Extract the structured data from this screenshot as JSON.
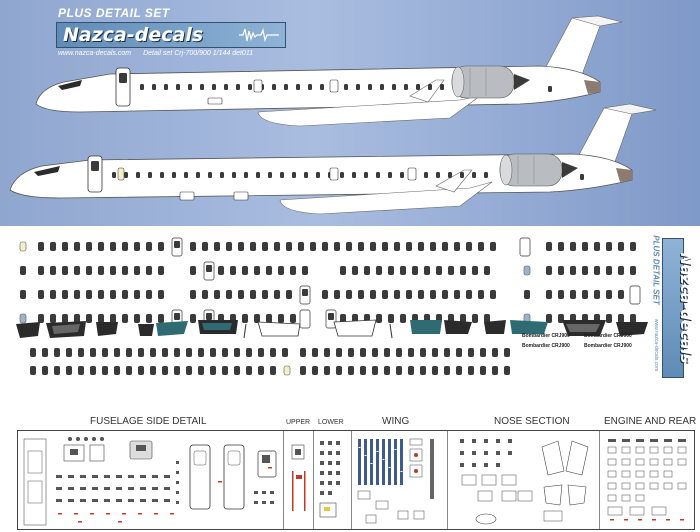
{
  "header": {
    "set_title": "PLUS DETAIL SET",
    "brand": "Nazca-decals",
    "website": "www.nazca-decals.com",
    "detail_set": "Detail set  Crj-700/900 1/144 det011"
  },
  "side_logo": {
    "set_title": "PLUS DETAIL SET",
    "brand": "Nazca-decals",
    "website": "www.nazca-decals.com",
    "detail_set": "Detail set  Crj-700/900 1/144 det011"
  },
  "type_labels": [
    "Bombardier CRJ900",
    "Bombardier CRJ900",
    "Bombardier CRJ900",
    "Bombardier CRJ900"
  ],
  "sections": {
    "fuselage": "FUSELAGE  SIDE DETAIL",
    "upper": "UPPER",
    "lower": "LOWER",
    "wing": "WING",
    "nose": "NOSE SECTION",
    "engine": "ENGINE AND REAR"
  },
  "colors": {
    "sky": "#8fa6cf",
    "brand_blue": "#5f8bb6",
    "window": "#3a3a3a",
    "cockpit_glass": "#2e6b73",
    "engine": "#b9bcc0",
    "tail_cone": "#8c7b6e"
  }
}
